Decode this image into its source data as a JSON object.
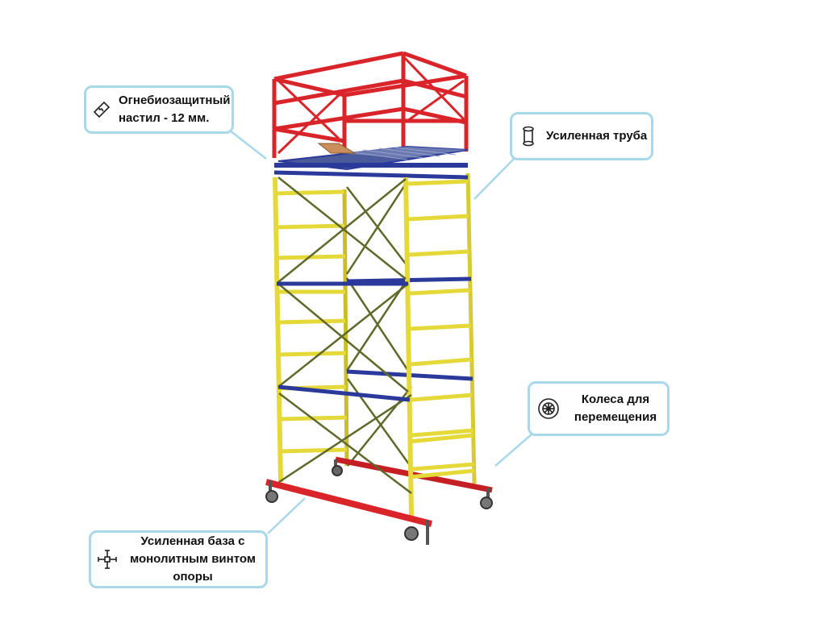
{
  "colors": {
    "frame_red": "#d9242a",
    "frame_yellow": "#e5d93a",
    "frame_blue": "#2b3a9a",
    "deck_brown": "#c98e5a",
    "callout_border": "#a9d8ea",
    "leader_line": "#a9d8ea"
  },
  "callouts": {
    "deck": {
      "icon": "plank-icon",
      "line1": "Огнебиозащитный",
      "line2": "настил - 12 мм."
    },
    "pipe": {
      "icon": "pipe-icon",
      "line1": "Усиленная труба"
    },
    "wheels": {
      "icon": "wheel-icon",
      "line1": "Колеса для",
      "line2": "перемещения"
    },
    "base": {
      "icon": "cross-base-icon",
      "line1": "Усиленная база с",
      "line2": "монолитным винтом",
      "line3": "опоры"
    }
  }
}
